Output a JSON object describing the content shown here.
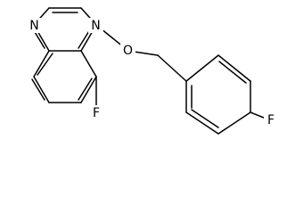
{
  "molecule": {
    "atoms": {
      "n1": "N",
      "n3": "N",
      "o": "O",
      "f5": "F",
      "f_para": "F"
    },
    "colors": {
      "bond": "#000000",
      "label": "#000000",
      "background": "#ffffff"
    }
  }
}
